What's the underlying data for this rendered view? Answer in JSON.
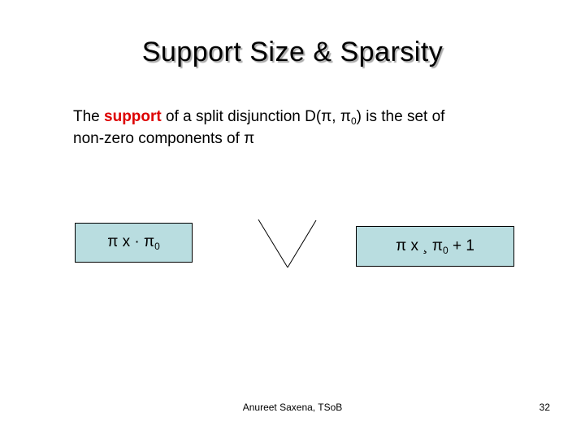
{
  "slide": {
    "title": "Support Size & Sparsity",
    "body": {
      "line1_pre": "The ",
      "line1_highlight": "support",
      "line1_mid": " of a split disjunction D(π, π",
      "line1_sub": "0",
      "line1_post": ") is the set of",
      "line2": "non-zero components of π"
    },
    "left_box": {
      "text": "π x · π",
      "sub": "0",
      "tail": ""
    },
    "right_box": {
      "text": "π x ¸ π",
      "sub": "0",
      "tail": " + 1"
    },
    "footer": {
      "credit": "Anureet Saxena, TSoB",
      "page_number": "32"
    },
    "colors": {
      "highlight_red": "#dd0000",
      "box_fill": "#b9dde0",
      "box_border": "#000000",
      "title_shadow": "#aaaaaa"
    }
  }
}
